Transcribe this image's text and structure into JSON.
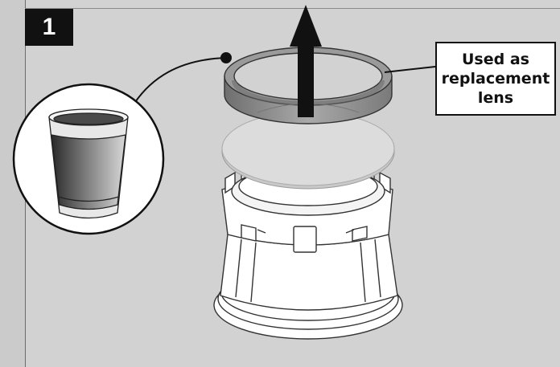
{
  "step": {
    "number": "1"
  },
  "callout": {
    "lines": [
      "Used as",
      "replacement",
      "lens"
    ]
  },
  "colors": {
    "background": "#d2d2d2",
    "badge": "#111111",
    "ring": "#8f8f8f",
    "lens": "#dadada",
    "arrow": "#111111"
  },
  "icons": {
    "cup": "cup-icon",
    "ring": "ring-part",
    "lens": "lens-part",
    "fixture": "fixture-base",
    "arrow": "up-arrow-icon"
  }
}
